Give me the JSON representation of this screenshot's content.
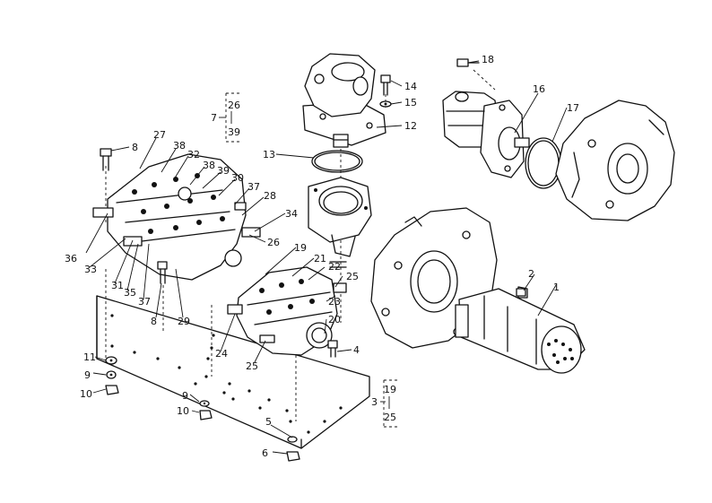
{
  "callouts": [
    {
      "id": "c1",
      "label": "1"
    },
    {
      "id": "c2",
      "label": "2"
    },
    {
      "id": "c3",
      "label": "3"
    },
    {
      "id": "c3a",
      "label": "19"
    },
    {
      "id": "c3b",
      "label": "25"
    },
    {
      "id": "c4",
      "label": "4"
    },
    {
      "id": "c5",
      "label": "5"
    },
    {
      "id": "c6",
      "label": "6"
    },
    {
      "id": "c7",
      "label": "7"
    },
    {
      "id": "c7a",
      "label": "26"
    },
    {
      "id": "c7b",
      "label": "39"
    },
    {
      "id": "c8a",
      "label": "8"
    },
    {
      "id": "c8b",
      "label": "8"
    },
    {
      "id": "c9a",
      "label": "9"
    },
    {
      "id": "c9b",
      "label": "9"
    },
    {
      "id": "c10a",
      "label": "10"
    },
    {
      "id": "c10b",
      "label": "10"
    },
    {
      "id": "c11",
      "label": "11"
    },
    {
      "id": "c12",
      "label": "12"
    },
    {
      "id": "c13",
      "label": "13"
    },
    {
      "id": "c14",
      "label": "14"
    },
    {
      "id": "c15",
      "label": "15"
    },
    {
      "id": "c16",
      "label": "16"
    },
    {
      "id": "c17",
      "label": "17"
    },
    {
      "id": "c18",
      "label": "18"
    },
    {
      "id": "c19",
      "label": "19"
    },
    {
      "id": "c20",
      "label": "20"
    },
    {
      "id": "c21",
      "label": "21"
    },
    {
      "id": "c22",
      "label": "22"
    },
    {
      "id": "c23",
      "label": "23"
    },
    {
      "id": "c24",
      "label": "24"
    },
    {
      "id": "c25a",
      "label": "25"
    },
    {
      "id": "c25b",
      "label": "25"
    },
    {
      "id": "c26",
      "label": "26"
    },
    {
      "id": "c27",
      "label": "27"
    },
    {
      "id": "c28",
      "label": "28"
    },
    {
      "id": "c29",
      "label": "29"
    },
    {
      "id": "c30",
      "label": "30"
    },
    {
      "id": "c31",
      "label": "31"
    },
    {
      "id": "c32",
      "label": "32"
    },
    {
      "id": "c33",
      "label": "33"
    },
    {
      "id": "c34",
      "label": "34"
    },
    {
      "id": "c35",
      "label": "35"
    },
    {
      "id": "c36",
      "label": "36"
    },
    {
      "id": "c37a",
      "label": "37"
    },
    {
      "id": "c37b",
      "label": "37"
    },
    {
      "id": "c38a",
      "label": "38"
    },
    {
      "id": "c38b",
      "label": "38"
    },
    {
      "id": "c39",
      "label": "39"
    }
  ]
}
